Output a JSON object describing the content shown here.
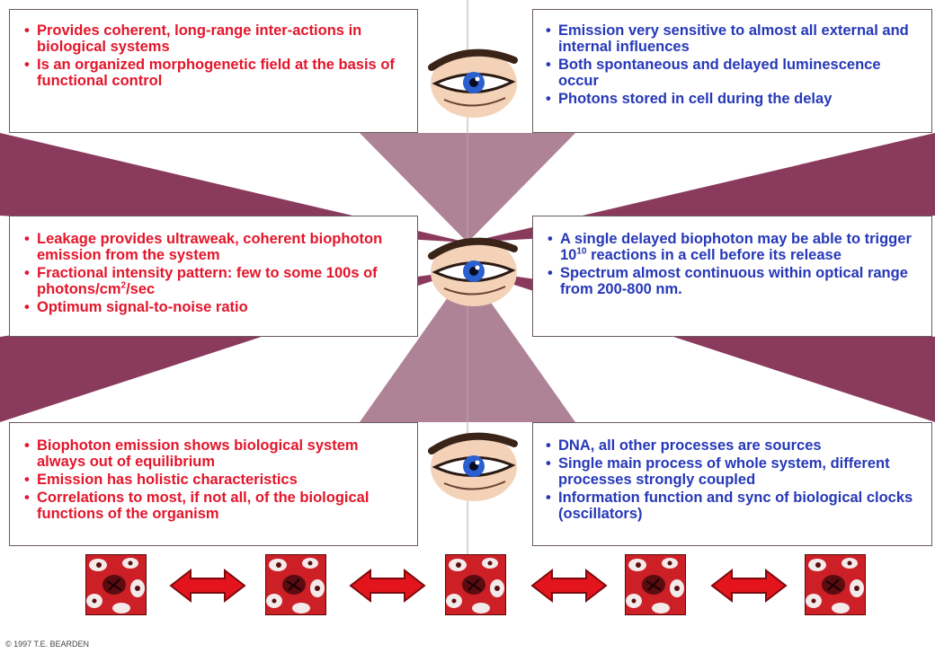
{
  "boxes": {
    "top_left": {
      "items": [
        "Provides coherent, long-range inter-actions in biological systems",
        "Is an organized morphogenetic field at the basis of functional control"
      ]
    },
    "top_right": {
      "items": [
        "Emission very sensitive to almost all external and internal influences",
        "Both spontaneous and delayed luminescence occur",
        "Photons stored in cell during the delay"
      ]
    },
    "mid_left": {
      "items": [
        "Leakage provides ultraweak, coherent biophoton emission from the system",
        "Fractional intensity pattern: few to some 100s of photons/cm",
        "Optimum signal-to-noise ratio"
      ],
      "sup_2": "2",
      "suffix_2": "/sec"
    },
    "mid_right": {
      "items": [
        "A single delayed biophoton may be able to trigger 10",
        "Spectrum almost continuous within optical range from 200-800 nm."
      ],
      "sup_1": "10",
      "suffix_1": " reactions in a cell before its release"
    },
    "bottom_left": {
      "items": [
        "Biophoton emission shows biological system always out of equilibrium",
        "Emission has holistic characteristics",
        "Correlations to most, if not all, of the biological functions of the organism"
      ]
    },
    "bottom_right": {
      "items": [
        "DNA, all other processes are sources",
        "Single main process of whole system, different processes strongly coupled",
        "Information function and sync of biological clocks (oscillators)"
      ]
    }
  },
  "copyright": "© 1997 T.E. BEARDEN",
  "colors": {
    "maroon": "#8a3a5c",
    "red_text": "#e3162b",
    "blue_text": "#2638b8",
    "arrow": "#e4141c",
    "cell_bg": "#cc1f26"
  },
  "icons": [
    "eye-icon",
    "cell-icon",
    "double-arrow-icon"
  ]
}
